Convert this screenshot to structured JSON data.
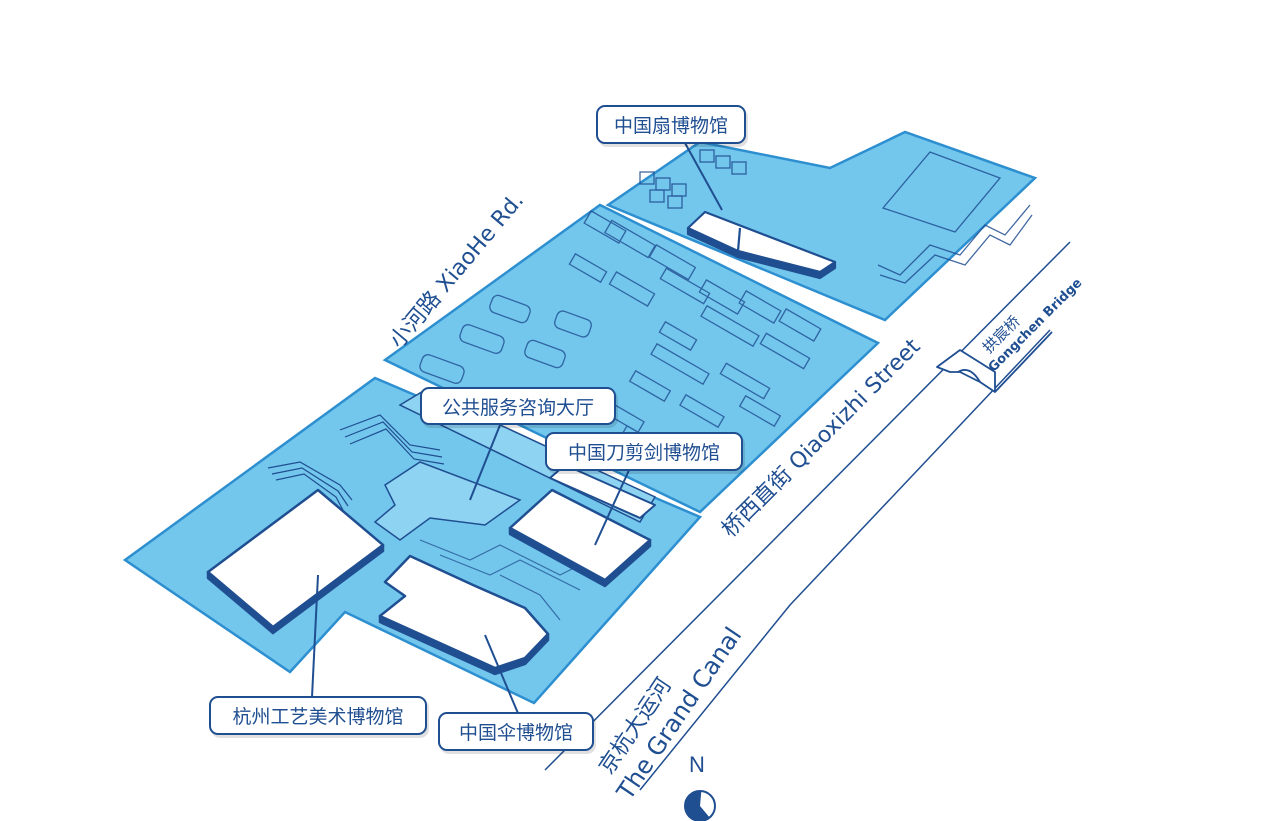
{
  "colors": {
    "area_fill": "#73c6ec",
    "area_stroke": "#2d8fd0",
    "outline": "#1f4e91",
    "building_fill": "#ffffff"
  },
  "callouts": {
    "fan_museum": "中国扇博物馆",
    "service_hall": "公共服务咨询大厅",
    "knife_museum": "中国刀剪剑博物馆",
    "arts_crafts_museum": "杭州工艺美术博物馆",
    "umbrella_museum": "中国伞博物馆"
  },
  "roads": {
    "xiaohe": "小河路 XiaoHe Rd.",
    "qiaoxizhi": "桥西直街 Qiaoxizhi Street",
    "canal_cn": "京杭大运河",
    "canal_en": "The Grand Canal"
  },
  "bridge": {
    "name_cn": "拱宸桥",
    "name_en": "Gongchen Bridge"
  },
  "compass": {
    "label": "N"
  }
}
